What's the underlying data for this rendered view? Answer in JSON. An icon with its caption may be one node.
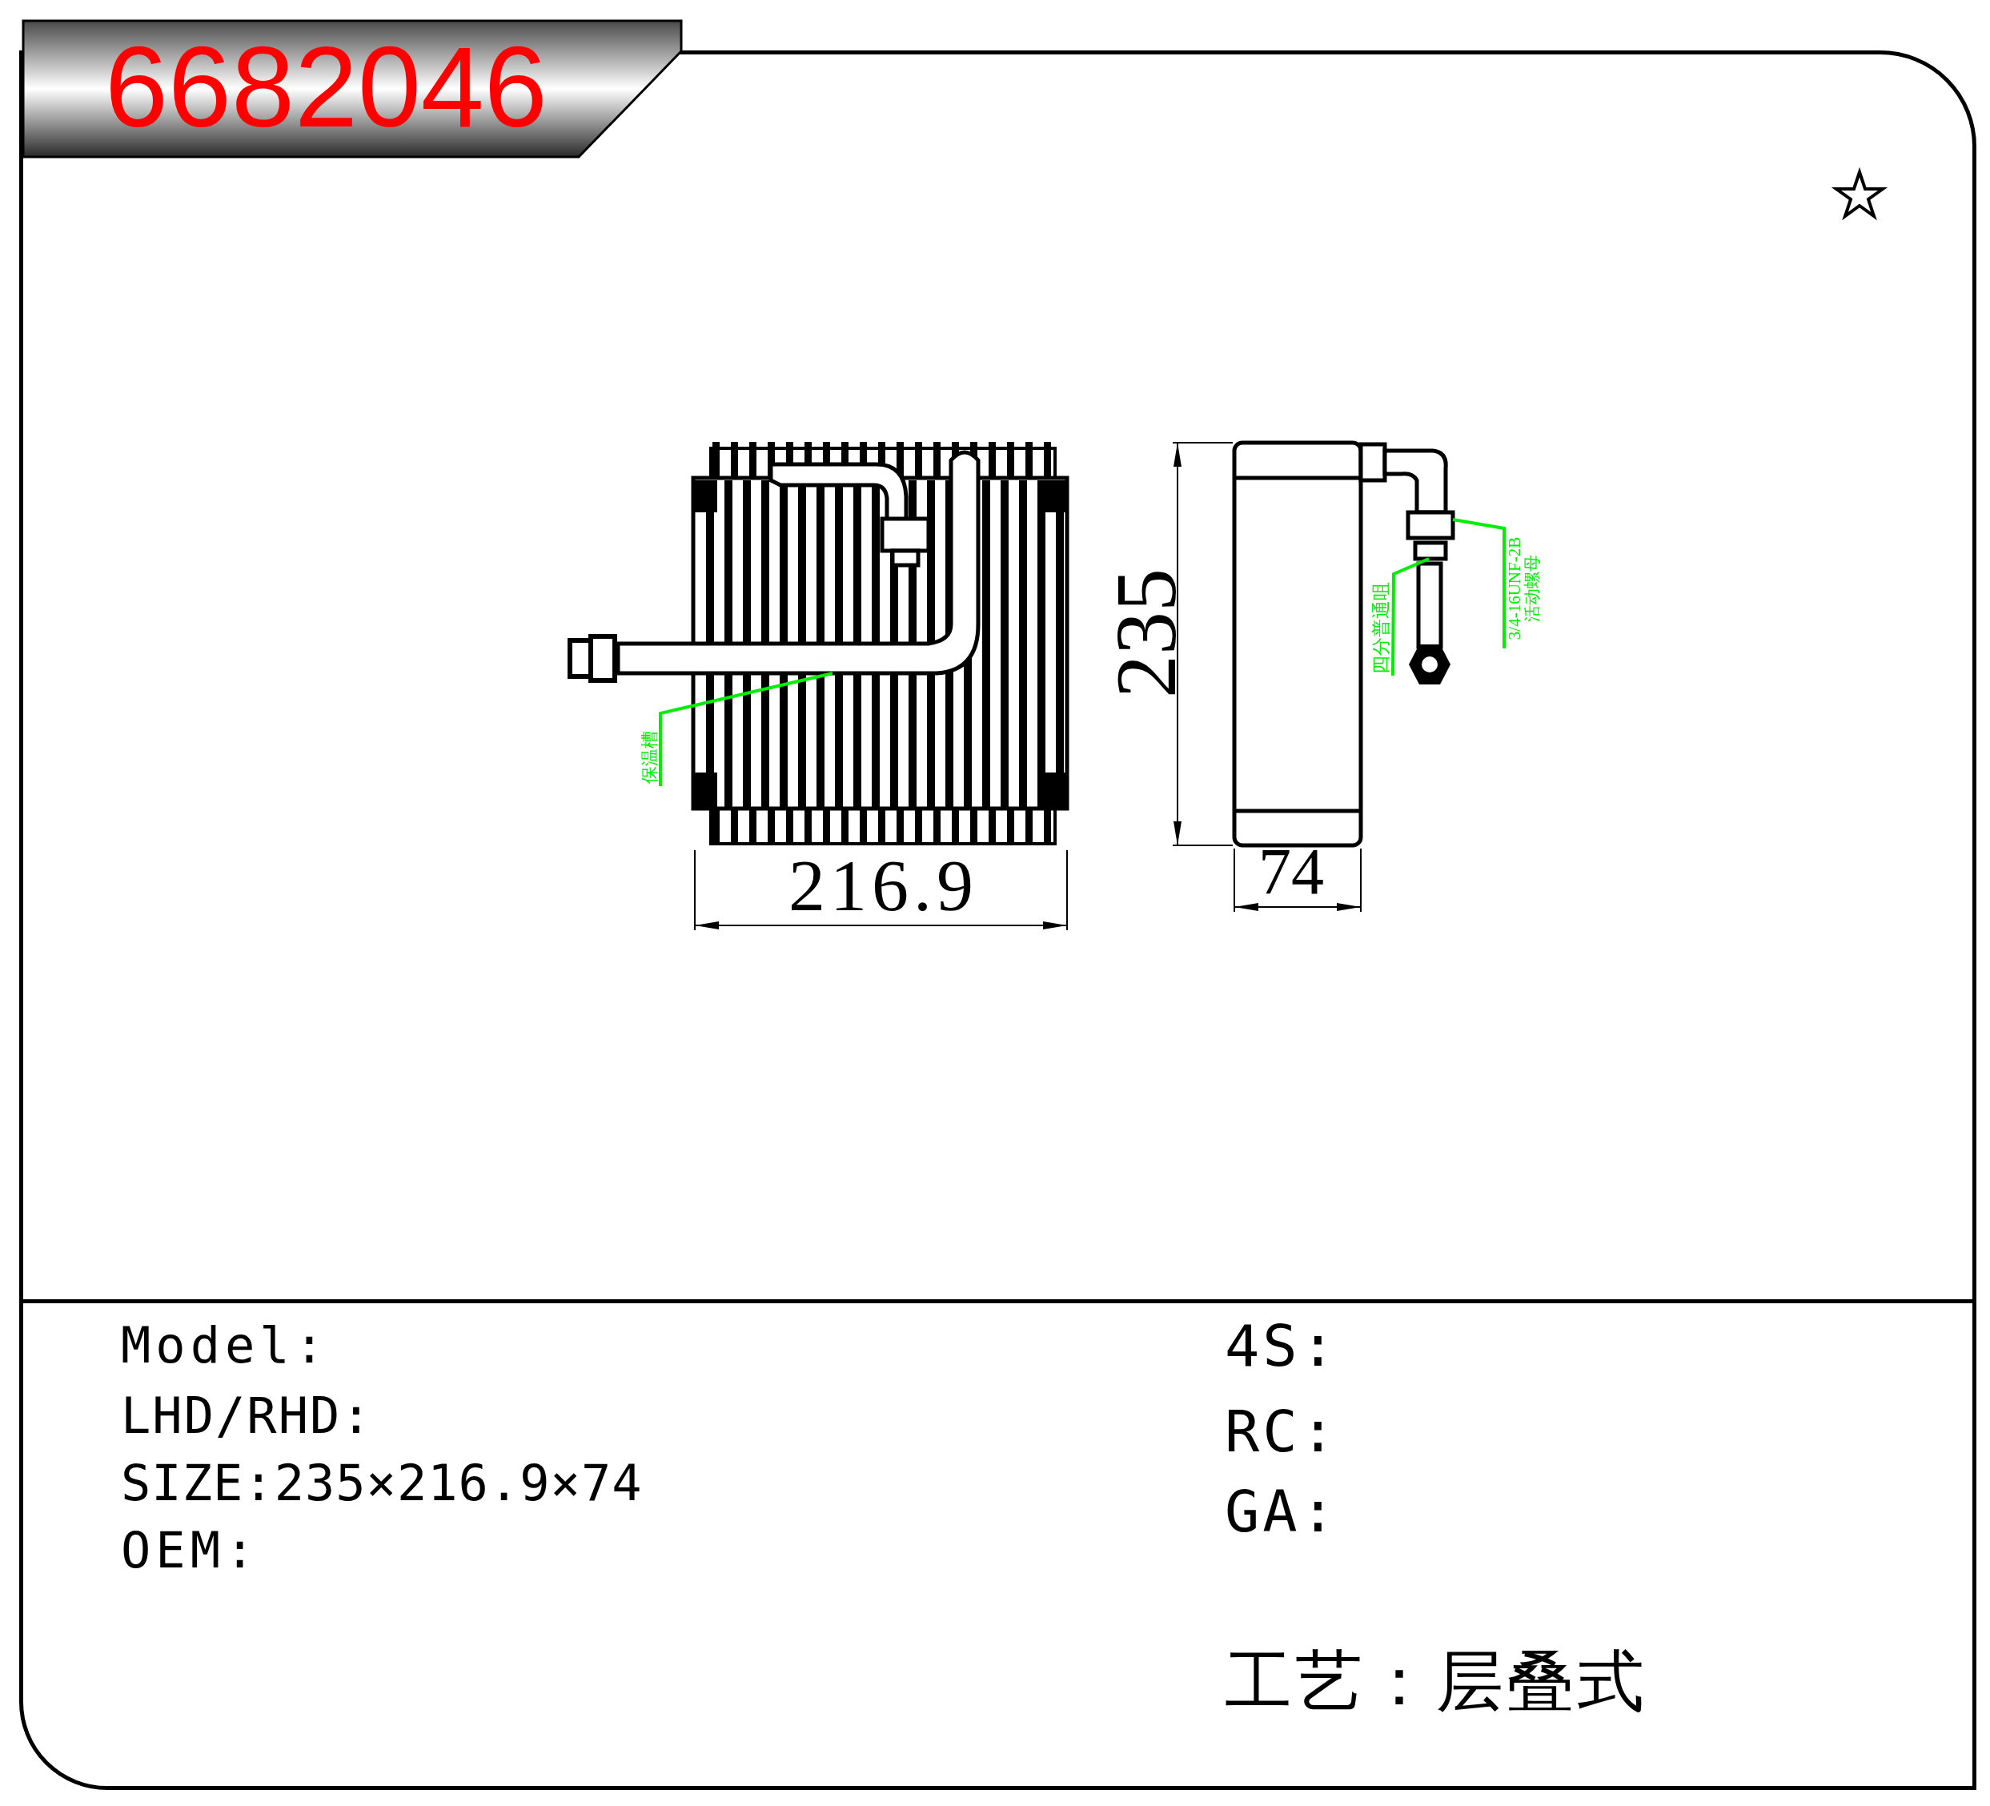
{
  "diagram": {
    "nodes": [
      {
        "text": [
          "6682046"
        ]
      },
      {
        "text": [
          "保温槽"
        ]
      },
      {
        "text": [
          "四分普通咀"
        ]
      },
      {
        "text": [
          "3/4-16UNF-2B 活动螺母"
        ]
      },
      {
        "text": [],
        "shape": "bar"
      },
      {
        "text": [],
        "shape": "box"
      },
      {
        "text": [],
        "shape": "box"
      }
    ],
    "edges": [
      {
        "from": 1,
        "to": 4,
        "arrow": "none"
      },
      {
        "from": 2,
        "to": 6,
        "arrow": "none"
      },
      {
        "from": 3,
        "to": 5,
        "arrow": "none"
      }
    ],
    "labels": [
      "235",
      "74",
      "216.9",
      "Model:",
      "LHD/RHD:",
      "SIZE:235×216.9×74",
      "OEM:",
      "4S:",
      "RC:",
      "GA:",
      "工艺：层叠式"
    ]
  }
}
